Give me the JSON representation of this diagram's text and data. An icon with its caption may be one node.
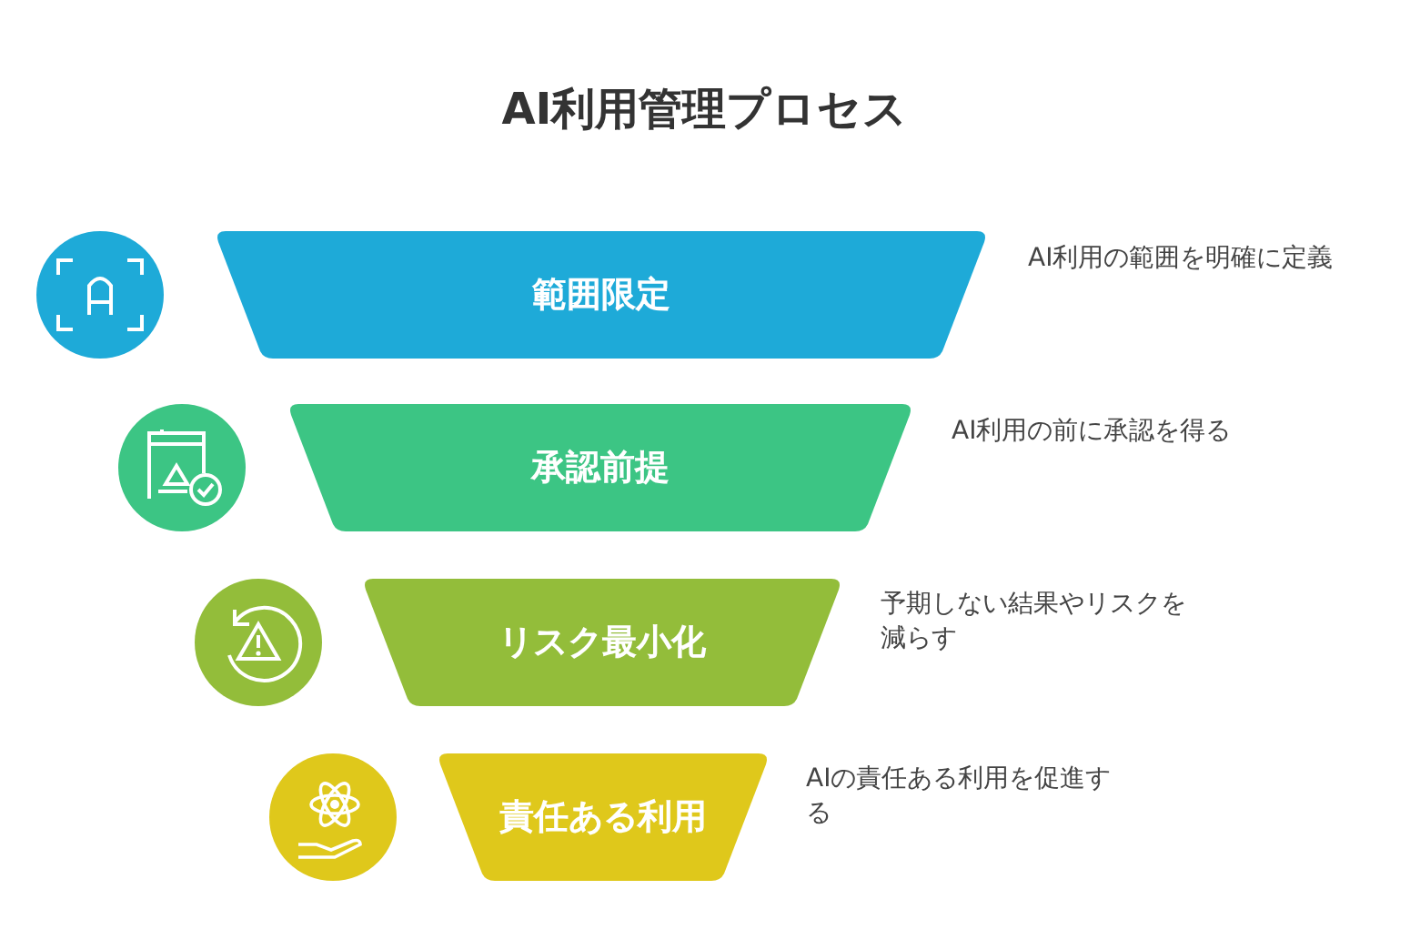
{
  "diagram": {
    "title": "AI利用管理プロセス",
    "nodes": [
      {
        "text": [
          "範囲限定"
        ],
        "beside": [
          "AI利用の範囲を明確に定義"
        ]
      },
      {
        "text": [
          "承認前提"
        ],
        "beside": [
          "AI利用の前に承認を得る"
        ]
      },
      {
        "text": [
          "リスク最小化"
        ],
        "beside": [
          "予期しない結果やリスクを減らす"
        ]
      },
      {
        "text": [
          "責任ある利用"
        ],
        "beside": [
          "AIの責任ある利用を促進する"
        ]
      }
    ],
    "edges": []
  }
}
